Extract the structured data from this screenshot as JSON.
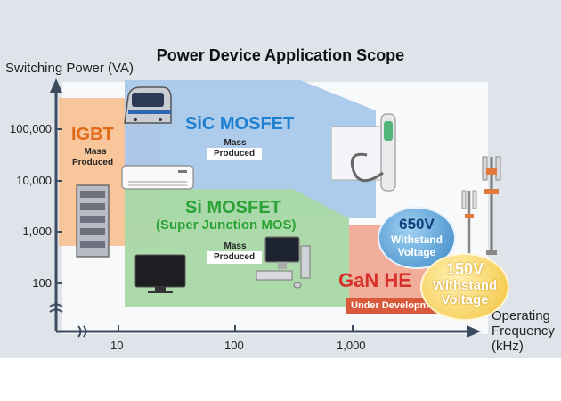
{
  "title": "Power Device Application Scope",
  "y_axis": {
    "label": "Switching Power (VA)",
    "ticks": [
      "100,000",
      "10,000",
      "1,000",
      "100"
    ]
  },
  "x_axis": {
    "label": [
      "Operating",
      "Frequency",
      "(kHz)"
    ],
    "ticks": [
      "10",
      "100",
      "1,000"
    ]
  },
  "regions": [
    {
      "id": "igbt",
      "name": "IGBT",
      "note": [
        "Mass",
        "Produced"
      ],
      "color": "#f7c08f"
    },
    {
      "id": "sic",
      "name": "SiC MOSFET",
      "note": [
        "Mass",
        "Produced"
      ],
      "color": "#a9c8ea"
    },
    {
      "id": "si",
      "name": "Si MOSFET",
      "subtitle": "(Super Junction MOS)",
      "note": [
        "Mass",
        "Produced"
      ],
      "color": "#a9d8a6"
    },
    {
      "id": "gan",
      "name": "GaN HEMT",
      "visible_name": "GaN HE",
      "note": "Under Development",
      "color": "#e8867a"
    }
  ],
  "badges": [
    {
      "voltage": "650V",
      "lines": [
        "Withstand",
        "Voltage"
      ],
      "color": "#3b87c6"
    },
    {
      "voltage": "150V",
      "lines": [
        "Withstand",
        "Voltage"
      ],
      "color": "#f3c23a"
    }
  ],
  "icons": [
    "train-icon",
    "air-conditioner-icon",
    "server-rack-icon",
    "charging-station-icon",
    "television-icon",
    "desktop-computer-icon",
    "base-station-antenna-icon",
    "base-station-antenna-icon"
  ]
}
